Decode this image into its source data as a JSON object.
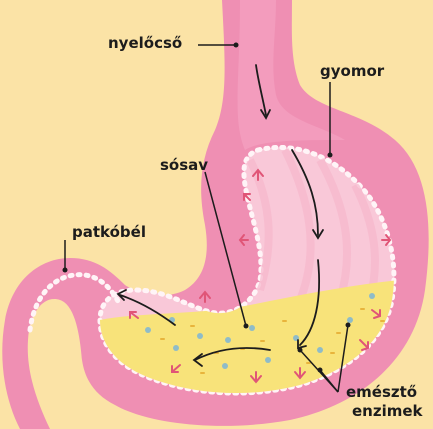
{
  "labels": {
    "esophagus": "nyelőcső",
    "stomach": "gyomor",
    "acid": "sósav",
    "duodenum": "patkóbél",
    "enzymes_line1": "emésztő",
    "enzymes_line2": "enzimek"
  },
  "colors": {
    "background": "#fbe3a6",
    "stomach_wall": "#ef8fb3",
    "stomach_inner": "#f9c8d8",
    "rugae": "#f6b6cc",
    "chyme": "#f8e37a",
    "acid_dots": "#8fbcc8",
    "enzyme_dots": "#e8b43c",
    "pointer": "#1c1c1c",
    "flow_arrows": "#1c1c1c",
    "gland_arrows": "#e05577"
  }
}
